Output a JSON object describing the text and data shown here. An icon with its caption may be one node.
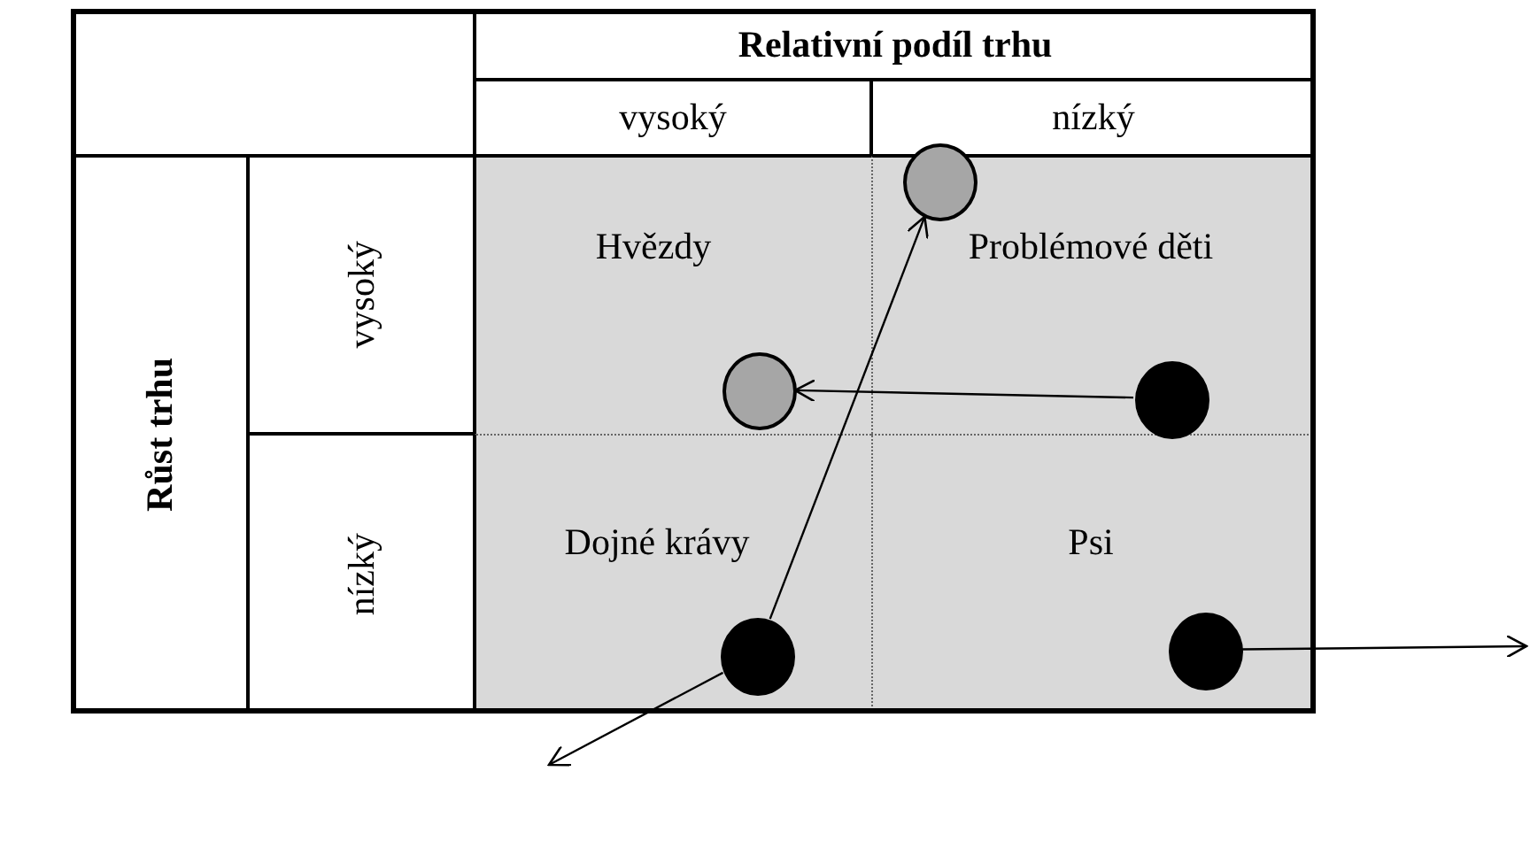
{
  "diagram": {
    "nodes": [
      {
        "text": [
          "Hvězdy"
        ]
      },
      {
        "text": [
          "Problémové děti"
        ]
      },
      {
        "text": [],
        "shape": "circle",
        "in": 1
      },
      {
        "text": [],
        "shape": "circle",
        "in": 0
      },
      {
        "text": [],
        "shape": "circle",
        "in": 1
      },
      {
        "text": [
          "Dojné krávy"
        ]
      },
      {
        "text": [
          "Psi"
        ]
      },
      {
        "text": [],
        "shape": "circle",
        "in": 5
      },
      {
        "text": [],
        "shape": "circle",
        "in": 6
      }
    ],
    "edges": [
      {
        "from": 4,
        "to": 3,
        "arrow": "to"
      },
      {
        "from": 7,
        "to": 2,
        "arrow": "to"
      },
      {
        "from": 7,
        "to": null,
        "arrow": "to"
      },
      {
        "from": 8,
        "to": null,
        "arrow": "to"
      }
    ],
    "labels": [
      "Relativní podíl trhu",
      "vysoký",
      "nízký",
      "Růst trhu",
      "vysoký",
      "nízký"
    ]
  }
}
